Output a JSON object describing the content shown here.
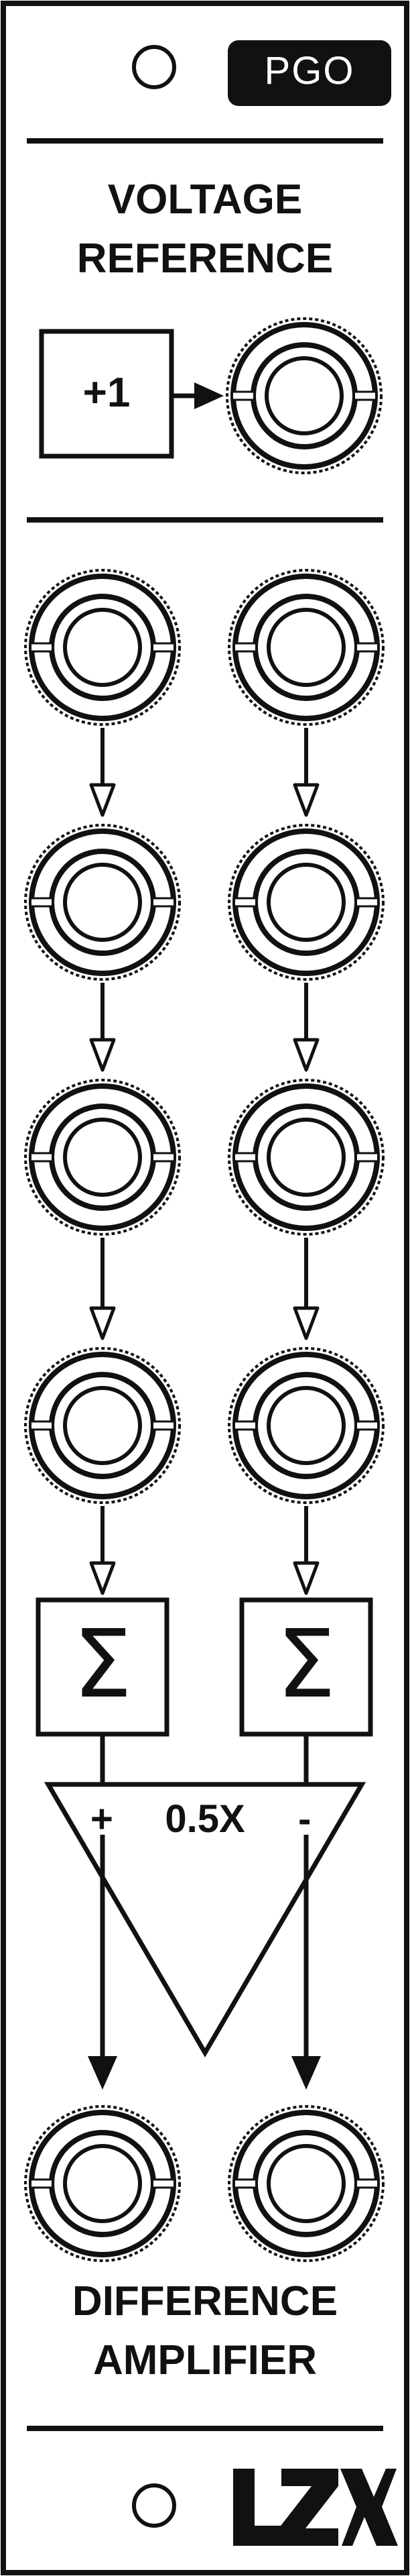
{
  "module_name": "PGO",
  "brand": "LZX",
  "sections": {
    "voltage_reference": {
      "title_line1": "VOLTAGE",
      "title_line2": "REFERENCE",
      "offset_label": "+1"
    },
    "difference_amplifier": {
      "plus_label": "+",
      "gain_label": "0.5X",
      "minus_label": "-",
      "sum_symbol": "Σ",
      "title_line1": "DIFFERENCE",
      "title_line2": "AMPLIFIER"
    }
  },
  "jacks": {
    "reference_output": "reference-output-jack",
    "left_inputs": 4,
    "right_inputs": 4,
    "outputs": 2
  },
  "colors": {
    "panel": "#ffffff",
    "ink": "#111111",
    "badge_text": "#ffffff"
  },
  "icons": [
    "jack-icon",
    "arrow-icon",
    "sum-icon",
    "triangle-amplifier-icon",
    "mounting-hole-icon"
  ]
}
